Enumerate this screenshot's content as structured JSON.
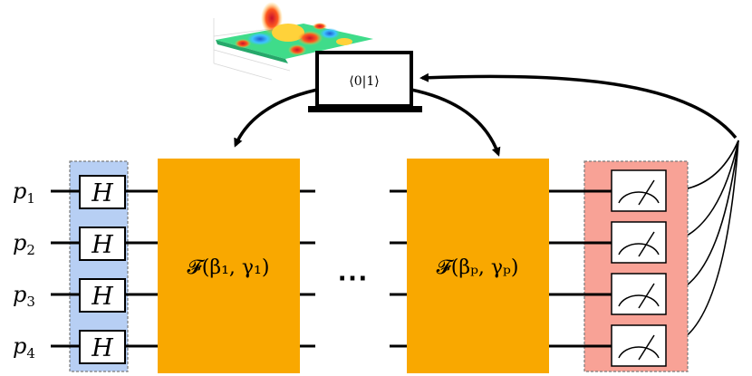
{
  "qubits": [
    {
      "base": "p",
      "sub": "1"
    },
    {
      "base": "p",
      "sub": "2"
    },
    {
      "base": "p",
      "sub": "3"
    },
    {
      "base": "p",
      "sub": "4"
    }
  ],
  "hadamard_label": "H",
  "blocks": [
    {
      "label": "𝓕(β₁, γ₁)"
    },
    {
      "label": "𝓕(βₚ, γₚ)"
    }
  ],
  "ellipsis": "⋯",
  "laptop_label": "⟨0|1⟩",
  "colors": {
    "hadamard_panel": "#b7cff4",
    "block": "#f9a800",
    "measure_panel": "#f8a296",
    "wire": "#000000"
  },
  "icons": [
    "landscape-surface-icon",
    "laptop-icon",
    "measurement-meter-icon"
  ]
}
